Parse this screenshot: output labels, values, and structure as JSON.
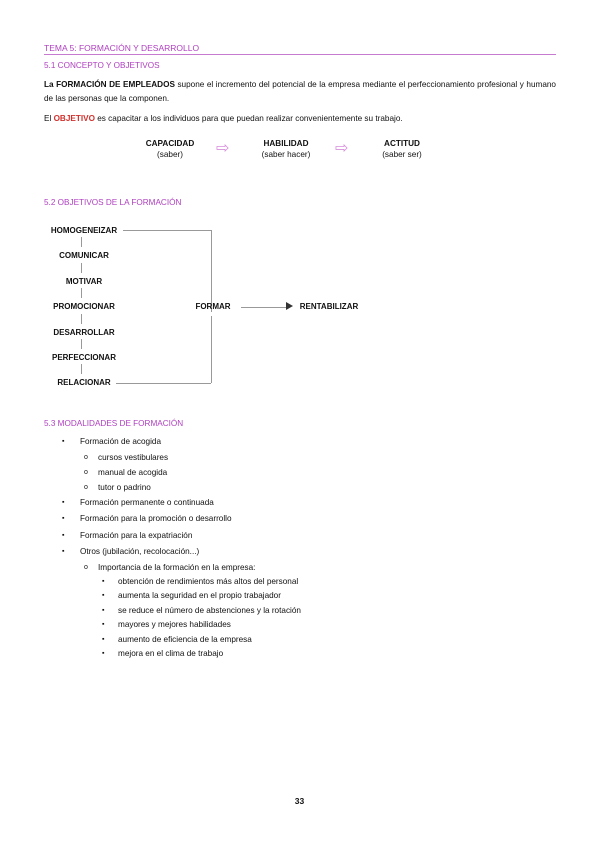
{
  "header": "TEMA 5: FORMACIÓN Y DESARROLLO",
  "section1": {
    "title": "5.1 CONCEPTO Y OBJETIVOS",
    "p1_bold": "La FORMACIÓN DE EMPLEADOS",
    "p1_rest": " supone el incremento del potencial de la empresa mediante el perfeccionamiento profesional y humano de las personas que la componen.",
    "p2_pre": "El ",
    "p2_red": "OBJETIVO",
    "p2_rest": " es capacitar a los individuos para que puedan realizar convenientemente su trabajo.",
    "chain": [
      {
        "title": "CAPACIDAD",
        "sub": "(saber)"
      },
      {
        "title": "HABILIDAD",
        "sub": "(saber hacer)"
      },
      {
        "title": "ACTITUD",
        "sub": "(saber ser)"
      }
    ],
    "chain_arrow": "⇨"
  },
  "section2": {
    "title": "5.2 OBJETIVOS DE LA FORMACIÓN",
    "nodes": [
      "HOMOGENEIZAR",
      "COMUNICAR",
      "MOTIVAR",
      "PROMOCIONAR",
      "DESARROLLAR",
      "PERFECCIONAR",
      "RELACIONAR"
    ],
    "center": "FORMAR",
    "result": "RENTABILIZAR"
  },
  "section3": {
    "title": "5.3 MODALIDADES DE FORMACIÓN",
    "items": [
      {
        "level": 1,
        "text": "Formación de acogida"
      },
      {
        "level": 2,
        "text": "cursos vestibulares"
      },
      {
        "level": 2,
        "text": "manual de acogida"
      },
      {
        "level": 2,
        "text": "tutor o padrino"
      },
      {
        "level": 1,
        "text": "Formación permanente o continuada"
      },
      {
        "level": 1,
        "text": "Formación para la promoción o desarrollo"
      },
      {
        "level": 1,
        "text": "Formación para la expatriación"
      },
      {
        "level": 1,
        "text": "Otros (jubilación, recolocación...)"
      },
      {
        "level": 2,
        "text": "Importancia de la formación en la empresa:"
      },
      {
        "level": 3,
        "text": "obtención de rendimientos más altos del personal"
      },
      {
        "level": 3,
        "text": "aumenta la seguridad en el propio trabajador"
      },
      {
        "level": 3,
        "text": "se reduce el número de abstenciones y la rotación"
      },
      {
        "level": 3,
        "text": "mayores y mejores habilidades"
      },
      {
        "level": 3,
        "text": "aumento de eficiencia de la empresa"
      },
      {
        "level": 3,
        "text": "mejora en el clima de trabajo"
      }
    ]
  },
  "page_number": "33"
}
